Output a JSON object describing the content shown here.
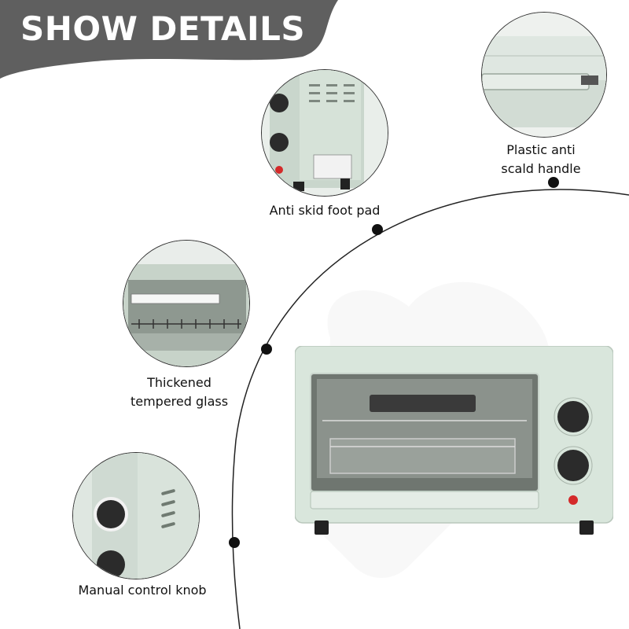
{
  "header": {
    "title": "SHOW DETAILS"
  },
  "features": [
    {
      "id": "foot-pad",
      "label": "Anti skid foot pad"
    },
    {
      "id": "handle",
      "label_line1": "Plastic anti",
      "label_line2": "scald handle"
    },
    {
      "id": "glass",
      "label_line1": "Thickened",
      "label_line2": "tempered glass"
    },
    {
      "id": "knob",
      "label": "Manual control knob"
    }
  ],
  "colors": {
    "banner": "#5f5f5f",
    "oven_body": "#d9e6dc",
    "knob": "#2b2b2b",
    "indicator": "#d42a2a"
  }
}
